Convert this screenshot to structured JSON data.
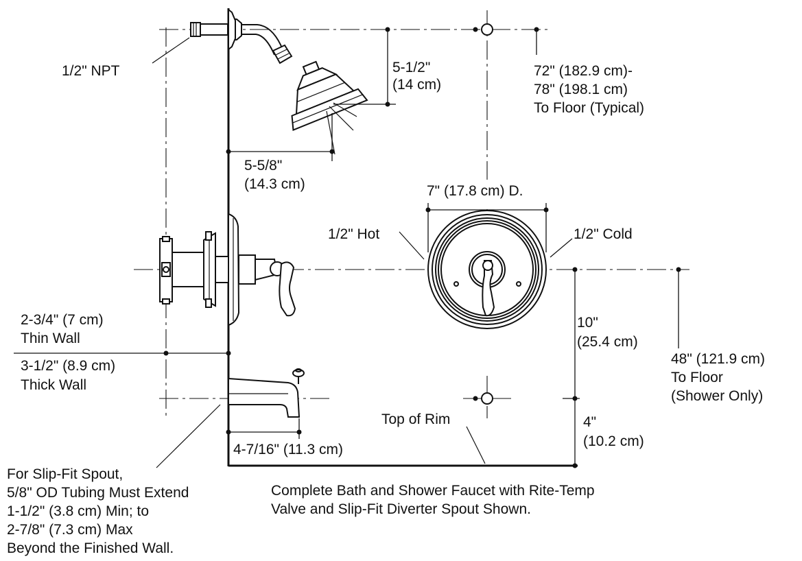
{
  "labels": {
    "npt": "1/2\" NPT",
    "head_drop_1": "5-1/2\"",
    "head_drop_2": "(14 cm)",
    "floor_height_1": "72\" (182.9 cm)-",
    "floor_height_2": "78\" (198.1 cm)",
    "floor_height_3": "To Floor (Typical)",
    "arm_reach_1": "5-5/8\"",
    "arm_reach_2": "(14.3 cm)",
    "diameter": "7\" (17.8 cm) D.",
    "hot": "1/2\" Hot",
    "cold": "1/2\" Cold",
    "thin_wall_1": "2-3/4\" (7 cm)",
    "thin_wall_2": "Thin Wall",
    "thick_wall_1": "3-1/2\" (8.9 cm)",
    "thick_wall_2": "Thick Wall",
    "valve_spout_1": "10\"",
    "valve_spout_2": "(25.4 cm)",
    "valve_floor_1": "48\" (121.9 cm)",
    "valve_floor_2": "To Floor",
    "valve_floor_3": "(Shower Only)",
    "top_of_rim": "Top of Rim",
    "spout_rim_1": "4\"",
    "spout_rim_2": "(10.2 cm)",
    "spout_length": "4-7/16\" (11.3 cm)",
    "slipfit_1": "For Slip-Fit Spout,",
    "slipfit_2": "5/8\" OD Tubing Must Extend",
    "slipfit_3": "1-1/2\" (3.8 cm) Min; to",
    "slipfit_4": "2-7/8\" (7.3 cm) Max",
    "slipfit_5": "Beyond the Finished Wall.",
    "caption_1": "Complete Bath and Shower Faucet with Rite-Temp",
    "caption_2": "Valve and Slip-Fit Diverter Spout Shown."
  }
}
